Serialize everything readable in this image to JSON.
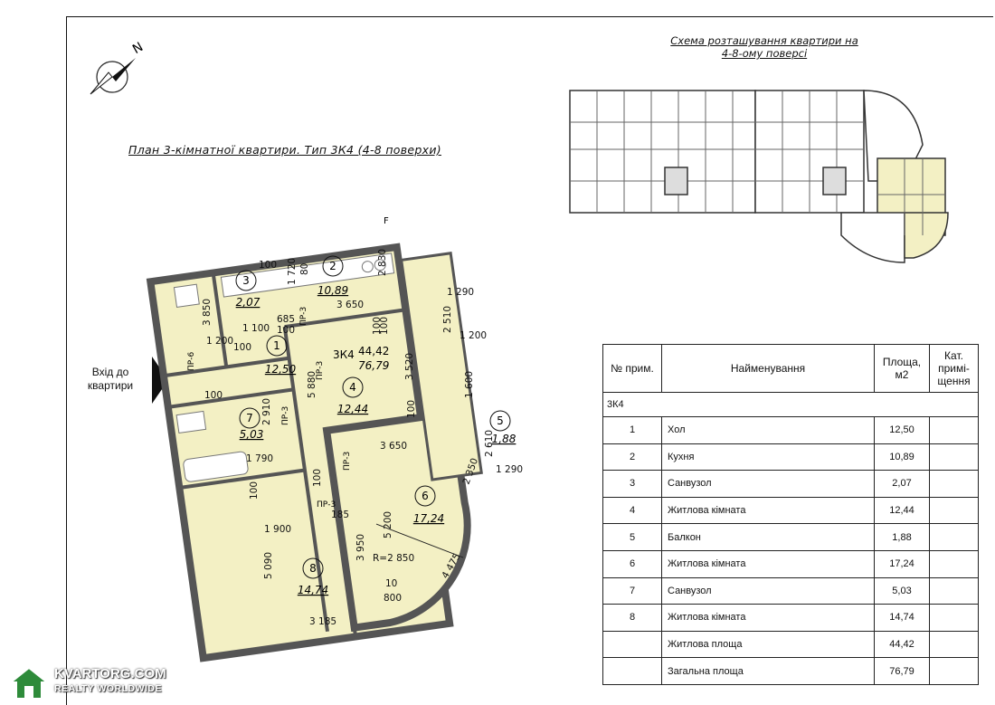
{
  "plan": {
    "title": "План 3-кімнатної квартири. Тип 3К4 (4-8 поверхи)",
    "scheme_title_line1": "Схема розташування квартири на",
    "scheme_title_line2": "4-8-ому поверсі",
    "north": "N",
    "entrance_line1": "Вхід до",
    "entrance_line2": "квартири",
    "apartment_label": "3К4",
    "living_area": "44,42",
    "total_area": "76,79",
    "corner_mark": "F"
  },
  "rooms": [
    {
      "no": "1",
      "area": "12,50"
    },
    {
      "no": "2",
      "area": "10,89"
    },
    {
      "no": "3",
      "area": "2,07"
    },
    {
      "no": "4",
      "area": "12,44"
    },
    {
      "no": "5",
      "area": "1,88"
    },
    {
      "no": "6",
      "area": "17,24"
    },
    {
      "no": "7",
      "area": "5,03"
    },
    {
      "no": "8",
      "area": "14,74"
    }
  ],
  "dimensions": [
    "3 850",
    "1 200",
    "100",
    "1 100",
    "685",
    "100",
    "100",
    "2 830",
    "1 720",
    "80",
    "3 650",
    "100",
    "3 520",
    "100",
    "3 650",
    "1 290",
    "2 510",
    "1 200",
    "1 600",
    "2 610",
    "1 290",
    "2 910",
    "1 790",
    "5 880",
    "100",
    "100",
    "185",
    "1 900",
    "5 090",
    "3 950",
    "5 200",
    "R=2 850",
    "4 475",
    "2 350",
    "10",
    "800",
    "3 185",
    "100",
    "100"
  ],
  "door_tags": [
    "ПР-6",
    "ПР-3",
    "ПР-3",
    "ПР-3",
    "ПР-3",
    "ПР-3"
  ],
  "table": {
    "headers": {
      "no": "№ прим.",
      "name": "Найменування",
      "area": "Площа, м2",
      "cat": "Кат. примі- щення"
    },
    "section": "3К4",
    "rows": [
      {
        "no": "1",
        "name": "Хол",
        "area": "12,50"
      },
      {
        "no": "2",
        "name": "Кухня",
        "area": "10,89"
      },
      {
        "no": "3",
        "name": "Санвузол",
        "area": "2,07"
      },
      {
        "no": "4",
        "name": "Житлова кімната",
        "area": "12,44"
      },
      {
        "no": "5",
        "name": "Балкон",
        "area": "1,88"
      },
      {
        "no": "6",
        "name": "Житлова кімната",
        "area": "17,24"
      },
      {
        "no": "7",
        "name": "Санвузол",
        "area": "5,03"
      },
      {
        "no": "8",
        "name": "Житлова кімната",
        "area": "14,74"
      }
    ],
    "living": {
      "name": "Житлова площа",
      "area": "44,42"
    },
    "total": {
      "name": "Загальна площа",
      "area": "76,79"
    }
  },
  "watermark": {
    "main": "KVARTORG.COM",
    "sub": "REALTY WORLDWIDE"
  },
  "colors": {
    "room_fill": "#f3f0c4",
    "wall": "#555555",
    "balcony": "#f3f0c4",
    "floor_units": "#f3f0c4"
  }
}
